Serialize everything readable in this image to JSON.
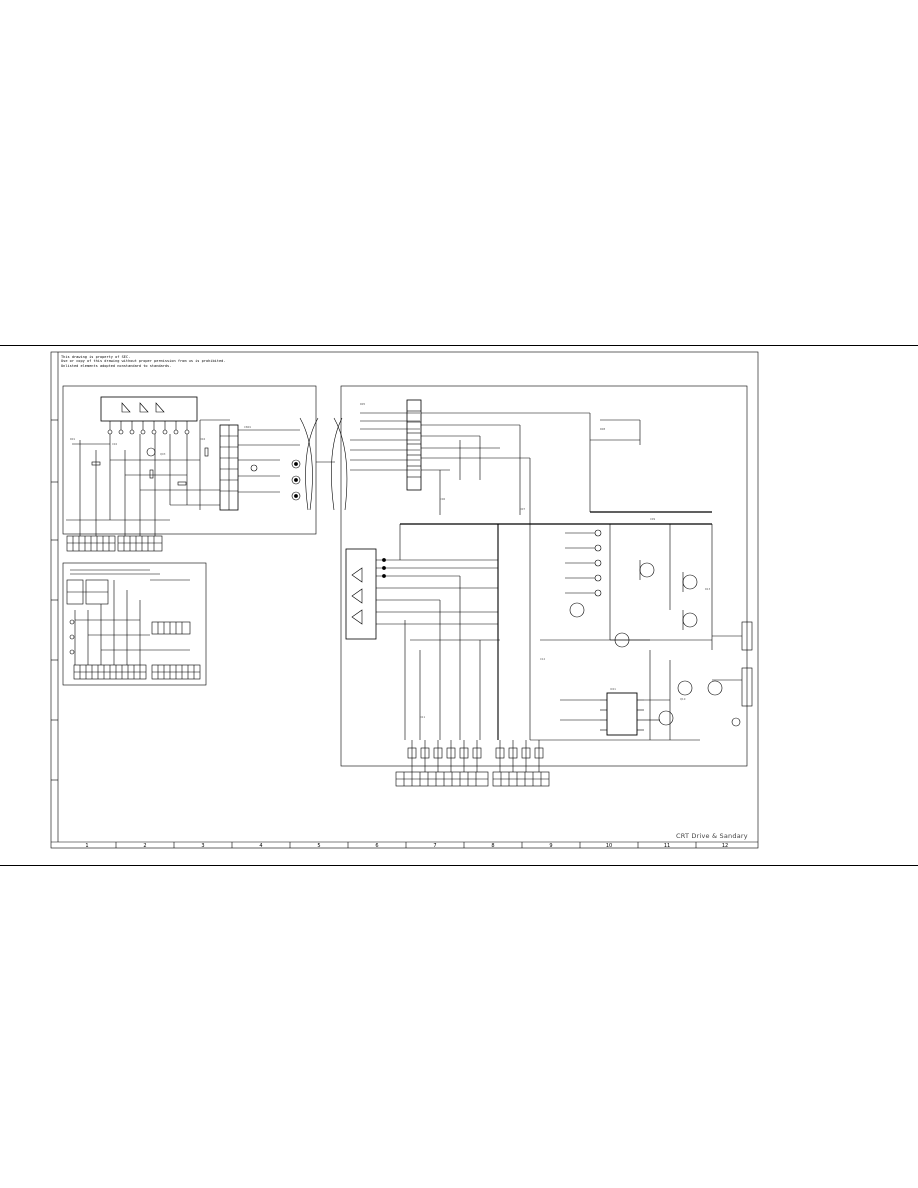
{
  "sheet": {
    "notice_lines": [
      "This drawing is property of SEC.",
      "Use or copy of this drawing without proper permission from us is prohibited.",
      "Unlisted elements adopted nonstandard to standards."
    ],
    "title": "CRT Drive & Sandary",
    "column_numbers": [
      "1",
      "2",
      "3",
      "4",
      "5",
      "6",
      "7",
      "8",
      "9",
      "10",
      "11",
      "12"
    ]
  },
  "colors": {
    "ink": "#000000",
    "paper": "#ffffff",
    "title_gray": "#444444"
  }
}
